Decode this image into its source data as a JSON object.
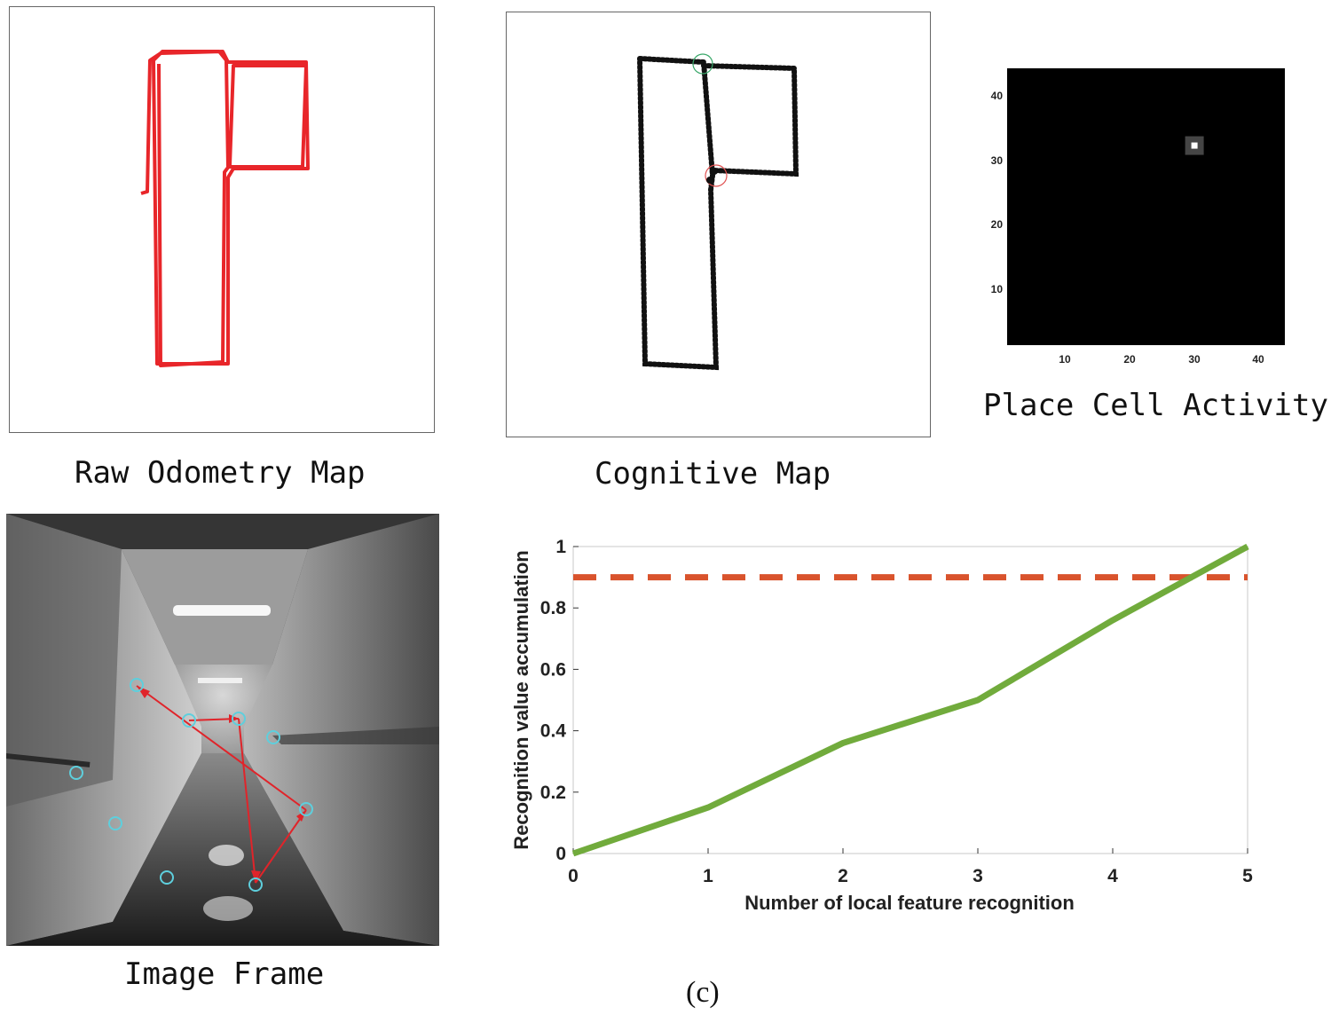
{
  "captions": {
    "raw_odometry": "Raw Odometry Map",
    "cognitive_map": "Cognitive Map",
    "place_cell": "Place Cell Activity",
    "image_frame": "Image Frame",
    "figure_label": "(c)"
  },
  "colors": {
    "odometry": "#e8262a",
    "cognitive": "#111111",
    "threshold": "#d9532c",
    "curve": "#71ab3c",
    "keypoint": "#5ecfdd",
    "match_arrow": "#e0242a"
  },
  "place_cell": {
    "x_ticks": [
      "10",
      "20",
      "30",
      "40"
    ],
    "y_ticks": [
      "40",
      "30",
      "20",
      "10"
    ],
    "range": [
      1,
      44
    ],
    "peak": [
      30,
      32
    ]
  },
  "chart_data": {
    "type": "line",
    "xlabel": "Number of local feature recognition",
    "ylabel": "Recognition value accumulation",
    "x": [
      0,
      1,
      2,
      3,
      4,
      5
    ],
    "series": [
      {
        "values": [
          0,
          0.15,
          0.36,
          0.5,
          0.76,
          1.0
        ]
      }
    ],
    "threshold": 0.9,
    "xlim": [
      0,
      5
    ],
    "ylim": [
      0,
      1
    ],
    "x_ticks": [
      "0",
      "1",
      "2",
      "3",
      "4",
      "5"
    ],
    "y_ticks": [
      "0",
      "0.2",
      "0.4",
      "0.6",
      "0.8",
      "1"
    ],
    "grid": false
  }
}
